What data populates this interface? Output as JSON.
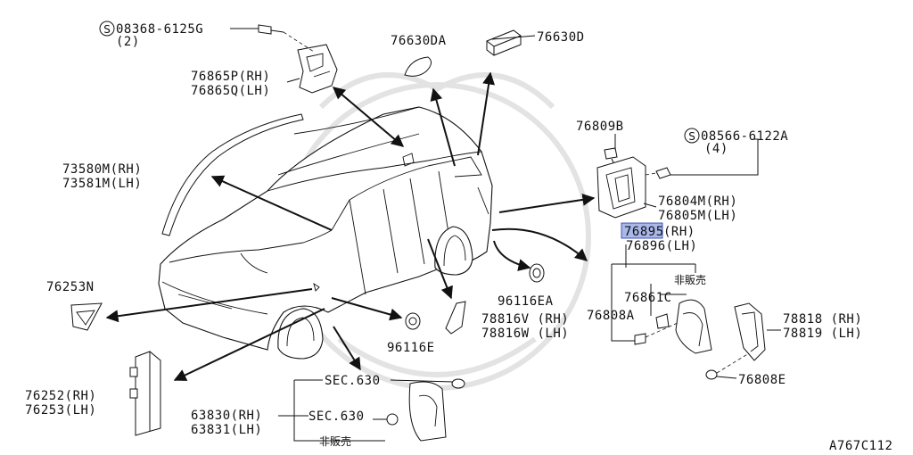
{
  "figure_id": "A767C112",
  "highlight_color": "#a9b8e8",
  "parts": {
    "p08368": {
      "circle": "S",
      "number": "08368-6125G",
      "qty": "(2)"
    },
    "p76865": {
      "rh": "76865P(RH)",
      "lh": "76865Q(LH)"
    },
    "p76630DA": "76630DA",
    "p76630D": "76630D",
    "p73580": {
      "rh": "73580M(RH)",
      "lh": "73581M(LH)"
    },
    "p76809B": "76809B",
    "p08566": {
      "circle": "S",
      "number": "08566-6122A",
      "qty": "(4)"
    },
    "p76804": {
      "rh": "76804M(RH)",
      "lh": "76805M(LH)"
    },
    "p76895": {
      "highlight": "76895",
      "suffix": "(RH)",
      "lh": "76896(LH)"
    },
    "p76253N": "76253N",
    "p96116EA": "96116EA",
    "p76861C": "76861C",
    "not_for_sale": "非販売",
    "p76808A": "76808A",
    "p78816": {
      "rh": "78816V (RH)",
      "lh": "78816W (LH)"
    },
    "p78818": {
      "rh": "78818 (RH)",
      "lh": "78819 (LH)"
    },
    "p96116E": "96116E",
    "p76808E": "76808E",
    "p76252": {
      "rh": "76252(RH)",
      "lh": "76253(LH)"
    },
    "p63830": {
      "rh": "63830(RH)",
      "lh": "63831(LH)"
    },
    "sec630_a": "SEC.630",
    "sec630_b": "SEC.630"
  }
}
